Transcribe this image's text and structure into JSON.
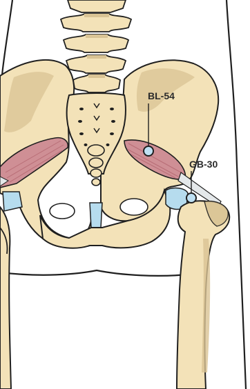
{
  "points": [
    {
      "id": "bl54",
      "label": "BL-54"
    },
    {
      "id": "gb30",
      "label": "GB-30"
    }
  ],
  "colors": {
    "bone": "#f3e2b8",
    "bone_shadow": "#d9c394",
    "muscle": "#cf8f95",
    "muscle_dark": "#b86d76",
    "cartilage": "#b6dcee",
    "ligament": "#e4e8ea",
    "outline": "#1f1f1f",
    "point_fill": "#bfe1f3"
  }
}
